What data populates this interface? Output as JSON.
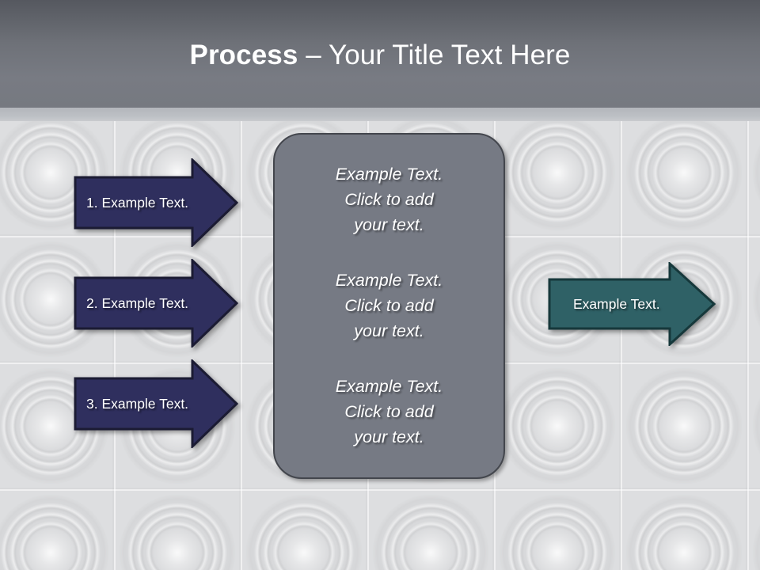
{
  "slide": {
    "title_bold": "Process",
    "title_rest": " – Your Title Text Here",
    "background_color": "#dddee0",
    "header_color": "#6e7178"
  },
  "steps": [
    {
      "label": "1. Example Text.",
      "color": "#2f2f5e",
      "border": "#1b1b33"
    },
    {
      "label": "2. Example Text.",
      "color": "#2f2f5e",
      "border": "#1b1b33"
    },
    {
      "label": "3. Example Text.",
      "color": "#2f2f5e",
      "border": "#1b1b33"
    }
  ],
  "center_panel": {
    "fill": "#767a84",
    "border": "#43464d",
    "blocks": [
      "Example Text.\nClick  to add\nyour text.",
      "Example Text.\nClick  to add\nyour text.",
      "Example Text.\nClick  to add\nyour text."
    ]
  },
  "output": {
    "label": "Example Text.",
    "color": "#2f6166",
    "border": "#16383b"
  }
}
